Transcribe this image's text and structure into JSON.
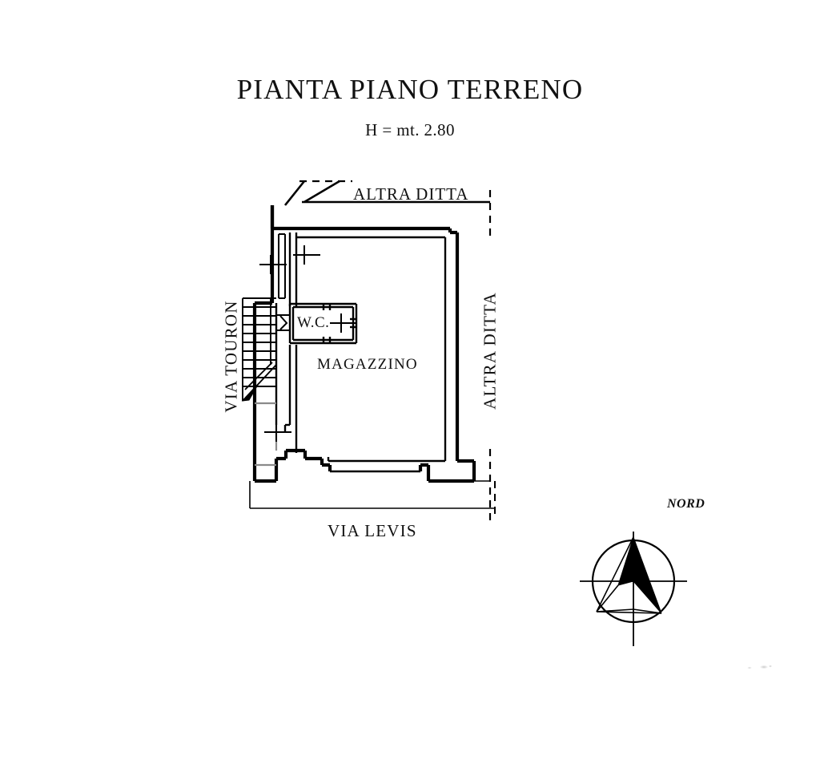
{
  "document": {
    "title": "PIANTA PIANO TERRENO",
    "subtitle": "H = mt. 2.80",
    "type": "floor-plan",
    "language": "it"
  },
  "plan": {
    "rooms": [
      {
        "id": "magazzino",
        "label": "MAGAZZINO",
        "kind": "warehouse"
      },
      {
        "id": "wc",
        "label": "W.C.",
        "kind": "bathroom"
      }
    ],
    "streets": [
      {
        "id": "via-touron",
        "label": "VIA TOURON",
        "side": "left",
        "orientation": "vertical"
      },
      {
        "id": "via-levis",
        "label": "VIA LEVIS",
        "side": "bottom",
        "orientation": "horizontal"
      }
    ],
    "boundaries": [
      {
        "id": "altra-ditta-top",
        "label": "ALTRA DITTA",
        "side": "top",
        "orientation": "horizontal"
      },
      {
        "id": "altra-ditta-right",
        "label": "ALTRA DITTA",
        "side": "right",
        "orientation": "vertical"
      }
    ],
    "features": {
      "staircase": {
        "treads": 11,
        "position": "left-interior"
      },
      "shop_front": {
        "position": "bottom-wall"
      },
      "duct_shaft": {
        "position": "top-left-interior"
      }
    }
  },
  "compass": {
    "label": "NORD",
    "direction": "north-up"
  },
  "colors": {
    "ink": "#000000",
    "paper": "#ffffff",
    "text": "#111111",
    "light_line": "#888888"
  }
}
